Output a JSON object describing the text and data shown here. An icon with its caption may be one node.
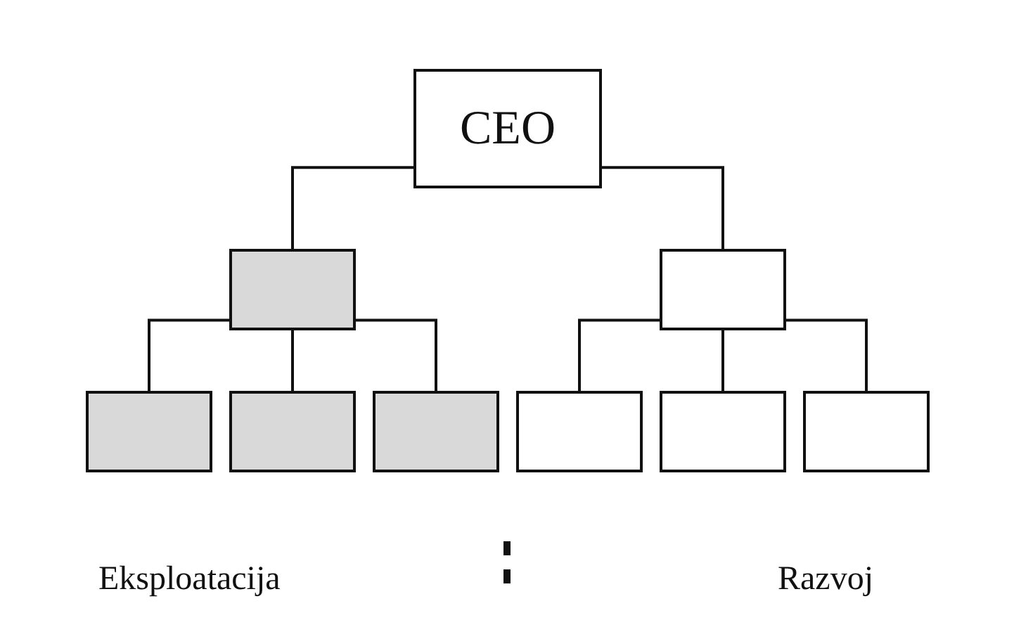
{
  "diagram": {
    "nodes": [
      {
        "text": [
          "CEO"
        ]
      },
      {
        "text": [],
        "shape": "box"
      },
      {
        "text": [],
        "shape": "box"
      },
      {
        "text": [],
        "shape": "box"
      },
      {
        "text": [],
        "shape": "box"
      },
      {
        "text": [],
        "shape": "box"
      },
      {
        "text": [],
        "shape": "box"
      },
      {
        "text": [],
        "shape": "box"
      },
      {
        "text": [],
        "shape": "box"
      }
    ],
    "edges": [
      {
        "from": 0,
        "to": 1,
        "arrow": "none"
      },
      {
        "from": 0,
        "to": 5,
        "arrow": "none"
      },
      {
        "from": 1,
        "to": 2,
        "arrow": "none"
      },
      {
        "from": 1,
        "to": 3,
        "arrow": "none"
      },
      {
        "from": 1,
        "to": 4,
        "arrow": "none"
      },
      {
        "from": 5,
        "to": 6,
        "arrow": "none"
      },
      {
        "from": 5,
        "to": 7,
        "arrow": "none"
      },
      {
        "from": 5,
        "to": 8,
        "arrow": "none"
      }
    ],
    "labels": [
      "Eksploatacija",
      "Razvoj"
    ]
  }
}
